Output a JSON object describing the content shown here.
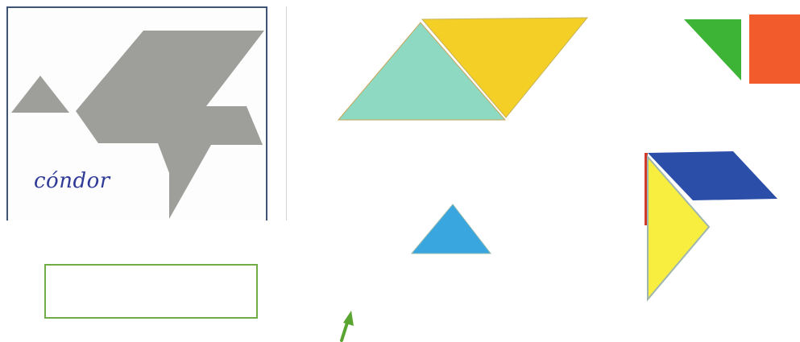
{
  "puzzle_card": {
    "figure_label": "cóndor",
    "silhouette_color": "#9e9e9a",
    "border_color": "#3f5372",
    "label_color": "#2f3a97"
  },
  "answer_box": {
    "value": "",
    "border_color": "#70ad47"
  },
  "pieces": [
    {
      "name": "large-triangle-teal",
      "color": "#8dd9c2"
    },
    {
      "name": "large-triangle-yellow",
      "color": "#f4cf26"
    },
    {
      "name": "medium-triangle-green",
      "color": "#3db435"
    },
    {
      "name": "square-orange",
      "color": "#f25b2b"
    },
    {
      "name": "small-triangle-blue",
      "color": "#3aa6e0"
    },
    {
      "name": "parallelogram-navy",
      "color": "#2b4fa8"
    },
    {
      "name": "small-triangle-yellow",
      "color": "#f7ee40"
    }
  ],
  "cursor": {
    "icon": "arrow-pointer-icon",
    "color": "#5aa532"
  }
}
